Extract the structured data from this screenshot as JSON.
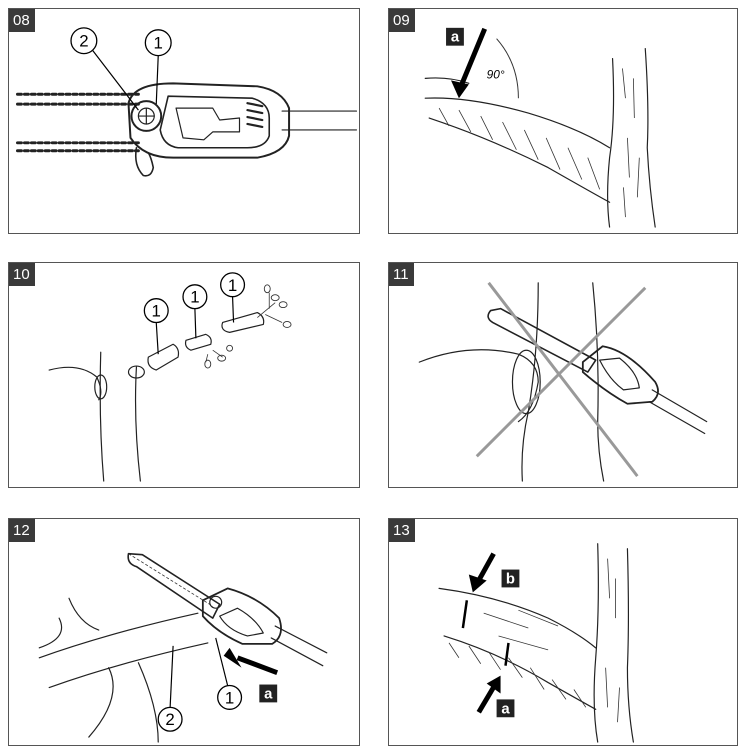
{
  "panels": [
    {
      "number": "08",
      "callouts": [
        "2",
        "1"
      ]
    },
    {
      "number": "09",
      "tags": [
        "a"
      ],
      "angle": "90°"
    },
    {
      "number": "10",
      "callouts": [
        "1",
        "1",
        "1"
      ]
    },
    {
      "number": "11"
    },
    {
      "number": "12",
      "callouts": [
        "1",
        "2"
      ],
      "tags": [
        "a"
      ]
    },
    {
      "number": "13",
      "tags": [
        "b",
        "a"
      ]
    }
  ]
}
